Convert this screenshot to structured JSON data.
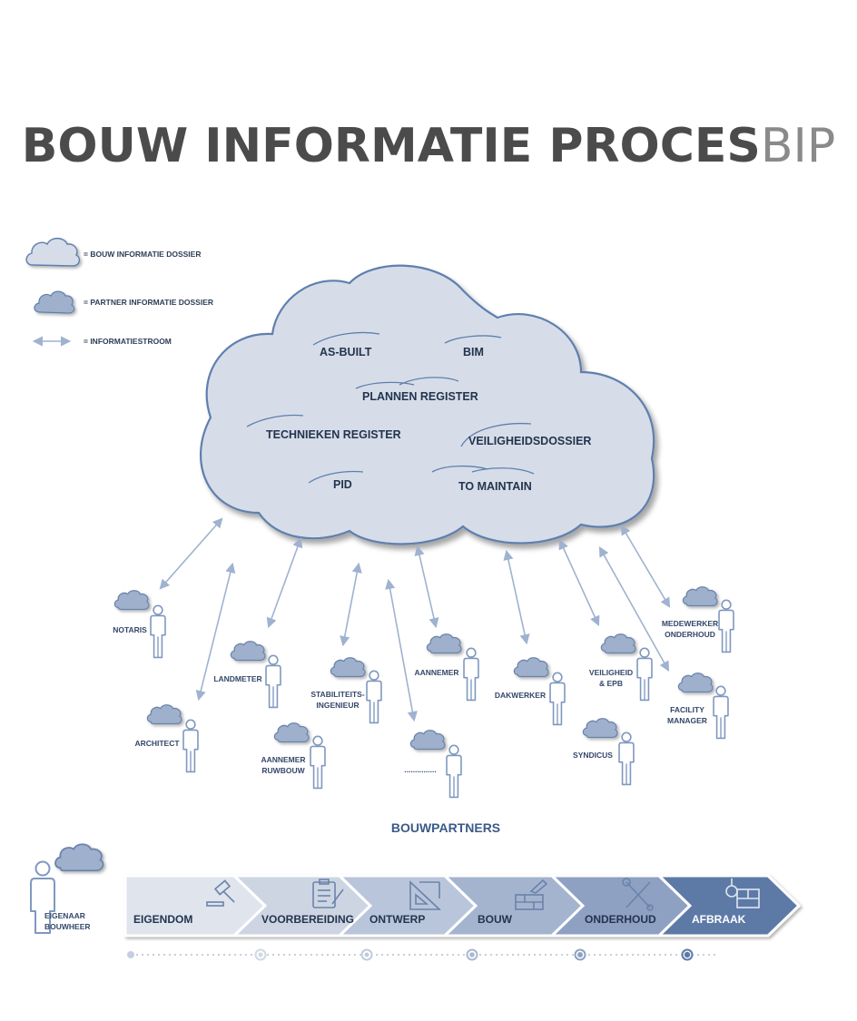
{
  "title": {
    "main": "BOUW INFORMATIE PROCES",
    "suffix": "BIP"
  },
  "legend": [
    {
      "icon": "cloud-large-icon",
      "label": "= BOUW INFORMATIE DOSSIER"
    },
    {
      "icon": "cloud-small-icon",
      "label": "= PARTNER INFORMATIE DOSSIER"
    },
    {
      "icon": "double-arrow-icon",
      "label": "= INFORMATIESTROOM"
    }
  ],
  "cloud_items": [
    "AS-BUILT",
    "BIM",
    "PLANNEN REGISTER",
    "TECHNIEKEN REGISTER",
    "VEILIGHEIDSDOSSIER",
    "PID",
    "TO MAINTAIN"
  ],
  "partners": [
    {
      "lines": [
        "NOTARIS"
      ]
    },
    {
      "lines": [
        "ARCHITECT"
      ]
    },
    {
      "lines": [
        "LANDMETER"
      ]
    },
    {
      "lines": [
        "AANNEMER",
        "RUWBOUW"
      ]
    },
    {
      "lines": [
        "STABILITEITS-",
        "INGENIEUR"
      ]
    },
    {
      "lines": [
        "AANNEMER"
      ]
    },
    {
      "lines": [
        "DAKWERKER"
      ]
    },
    {
      "lines": [
        "VEILIGHEID",
        "& EPB"
      ]
    },
    {
      "lines": [
        "SYNDICUS"
      ]
    },
    {
      "lines": [
        "MEDEWERKER",
        "ONDERHOUD"
      ]
    },
    {
      "lines": [
        "FACILITY",
        "MANAGER"
      ]
    },
    {
      "lines": [
        "..............."
      ]
    }
  ],
  "section_title": "BOUWPARTNERS",
  "owner": {
    "lines": [
      "EIGENAAR",
      "BOUWHEER"
    ]
  },
  "stages": [
    {
      "label": "EIGENDOM",
      "icon": "gavel-icon",
      "color": "#dfe4ed"
    },
    {
      "label": "VOORBEREIDING",
      "icon": "clipboard-icon",
      "color": "#cdd5e3"
    },
    {
      "label": "ONTWERP",
      "icon": "ruler-triangle-icon",
      "color": "#b9c5da"
    },
    {
      "label": "BOUW",
      "icon": "brick-trowel-icon",
      "color": "#a4b4cf"
    },
    {
      "label": "ONDERHOUD",
      "icon": "wrench-screwdriver-icon",
      "color": "#8ea1c3"
    },
    {
      "label": "AFBRAAK",
      "icon": "wrecking-ball-icon",
      "color": "#5d7aa7"
    }
  ],
  "colors": {
    "cloud_fill": "#d6dde8",
    "cloud_stroke": "#5f7fae",
    "partner_cloud": "#9fb0cc",
    "arrow": "#9fb2cf",
    "person": "#7f98bf"
  }
}
